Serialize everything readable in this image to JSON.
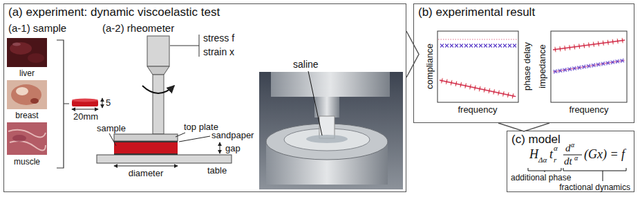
{
  "diagram": {
    "nodes": [
      {
        "text": [
          "(a) experiment: dynamic viscoelastic test"
        ]
      },
      {
        "text": [
          "(b) experimental result"
        ]
      },
      {
        "text": [
          "(c) model"
        ]
      }
    ],
    "edges": [
      {
        "from": 0,
        "to": 1,
        "arrow": "to"
      },
      {
        "from": 1,
        "to": 2,
        "arrow": "to"
      }
    ],
    "labels": [
      "(a-1) sample",
      "(a-2) rheometer",
      "stress f",
      "strain x",
      "saline",
      "liver",
      "5",
      "20mm",
      "sample",
      "top plate",
      "sandpaper",
      "breast",
      "gap",
      "muscle",
      "table",
      "diameter",
      "compliance",
      "phase delay",
      "impedance",
      "frequency",
      "frequency",
      "H",
      "Δα",
      "t",
      "α",
      "r",
      "d",
      "α",
      "dt",
      "α",
      "(Gx) = f",
      "additional phase",
      "fractional dynamics"
    ]
  }
}
